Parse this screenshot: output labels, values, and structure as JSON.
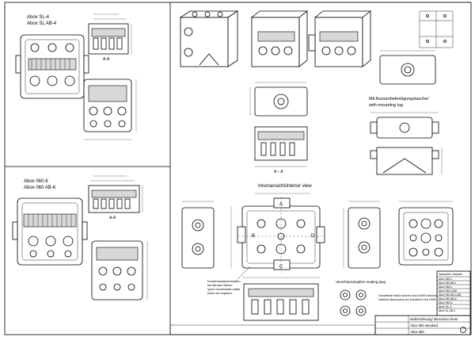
{
  "sheet": {
    "variant_a": [
      "Abox SL-4",
      "Abox SL AB-4"
    ],
    "variant_b": [
      "Abox 060-6",
      "Abox 060 AB-6"
    ],
    "section_label": "A-A",
    "section_label_spaced": "A – A",
    "mounting_title": [
      "Mit Aussenbefestigungslasche/",
      "with mounting lug"
    ],
    "interior_title": "Innenansicht/interior view",
    "view_labels": [
      "A",
      "B",
      "C",
      "D"
    ],
    "sealing_plug_title": "Verschlussstopfen/ sealing plug",
    "plug_note": [
      "Kondenswasserstopfen",
      "bei Bedarf öffnen/",
      "open condensate water",
      "holes as required"
    ],
    "legend_note": [
      "Schraffierte Maße können beim EMR entnommen werden/",
      "Hatched dimensions are provided in the EMR"
    ],
    "title_block": {
      "line1": "Maßzeichnung/ dimension sheet",
      "line2": "Abox 060 standard",
      "line3": "Abox 060",
      "side_header": "Varianten/ variants",
      "variants": [
        "Abox 060-L",
        "Abox 060 AB-L",
        "Abox 060-L",
        "Abox 060-L/AB",
        "Abox 060 AB-L/AB",
        "Abox 060 AB-6",
        "Abox 060-6",
        "Abox SL-4",
        "Abox SL AB-4"
      ]
    }
  }
}
